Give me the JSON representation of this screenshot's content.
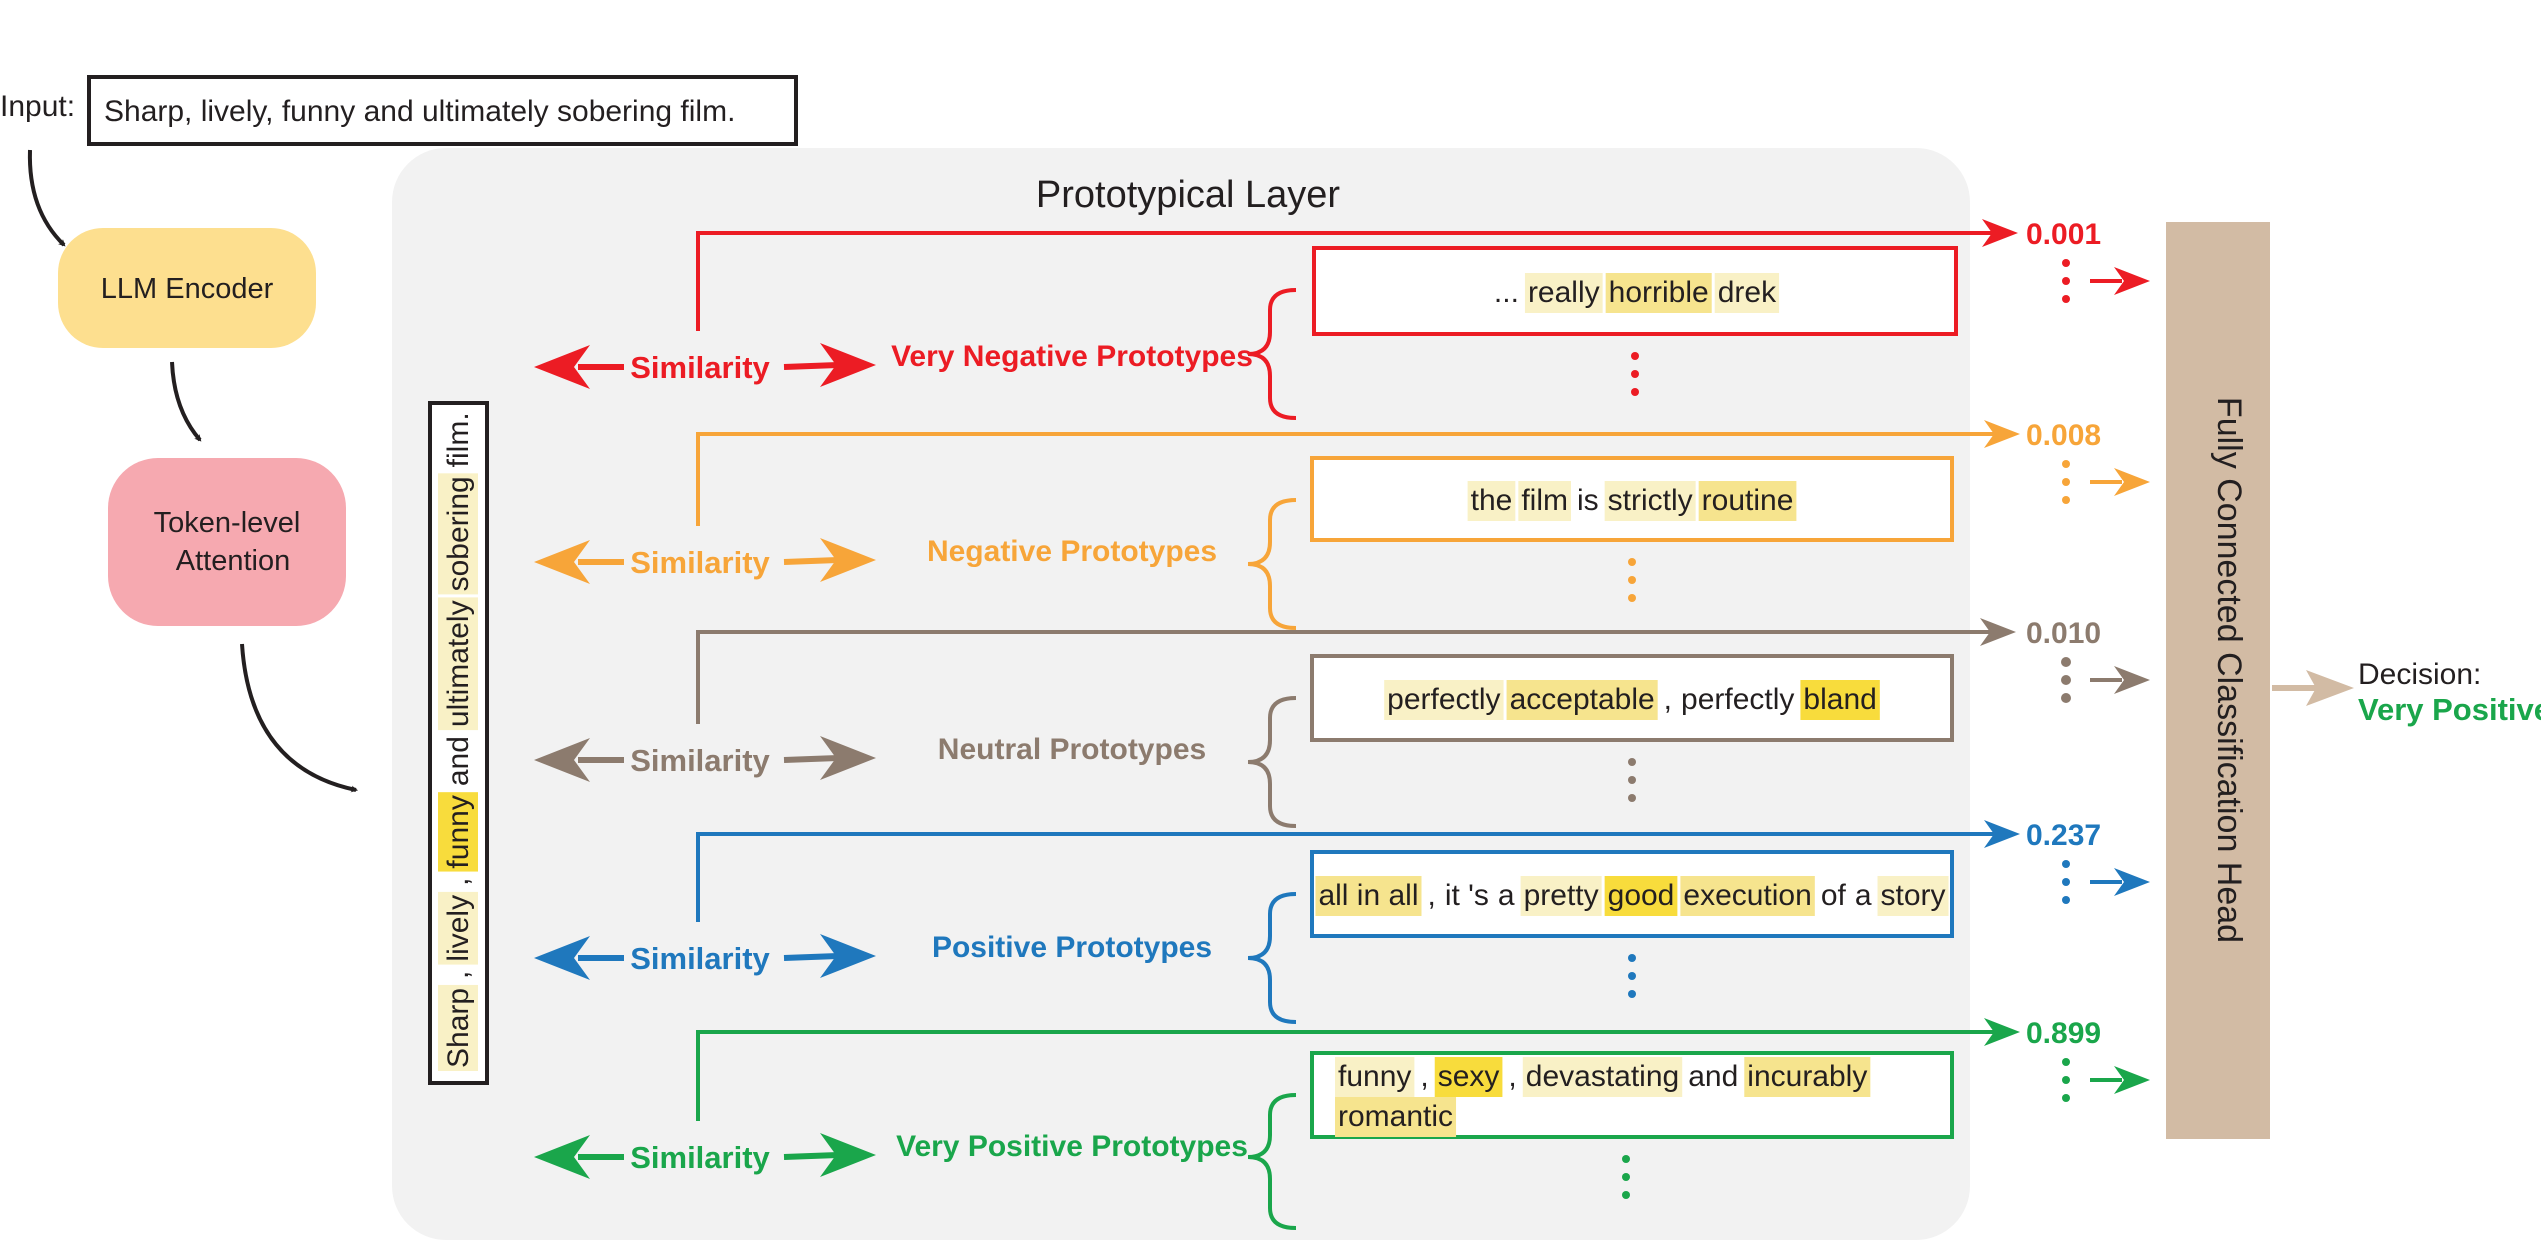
{
  "input": {
    "label": "Input:",
    "text": "Sharp, lively, funny and ultimately sobering film."
  },
  "encoder": {
    "label": "LLM Encoder"
  },
  "attention": {
    "line1": "Token-level",
    "line2": "Attention"
  },
  "vertical_tokens": [
    {
      "text": "Sharp",
      "hl": 1
    },
    {
      "text": ",",
      "hl": 0
    },
    {
      "text": "lively",
      "hl": 1
    },
    {
      "text": ",",
      "hl": 0
    },
    {
      "text": "funny",
      "hl": 3
    },
    {
      "text": "and",
      "hl": 0
    },
    {
      "text": "ultimately",
      "hl": 1
    },
    {
      "text": "sobering",
      "hl": 1
    },
    {
      "text": "film.",
      "hl": 0
    }
  ],
  "layer": {
    "title": "Prototypical Layer"
  },
  "similarity_label": "Similarity",
  "rows": [
    {
      "id": "very-negative",
      "name": "Very Negative Prototypes",
      "color": "#ec1c24",
      "score": "0.001",
      "lines": [
        [
          {
            "text": "...",
            "hl": 0
          },
          {
            "text": "really",
            "hl": 1
          },
          {
            "text": "horrible",
            "hl": 2
          },
          {
            "text": "drek",
            "hl": 1
          }
        ]
      ]
    },
    {
      "id": "negative",
      "name": "Negative Prototypes",
      "color": "#f7a539",
      "score": "0.008",
      "lines": [
        [
          {
            "text": "the",
            "hl": 1
          },
          {
            "text": "film",
            "hl": 1
          },
          {
            "text": "is",
            "hl": 0
          },
          {
            "text": "strictly",
            "hl": 1
          },
          {
            "text": "routine",
            "hl": 2
          }
        ]
      ]
    },
    {
      "id": "neutral",
      "name": "Neutral Prototypes",
      "color": "#8c7b6e",
      "score": "0.010",
      "lines": [
        [
          {
            "text": "perfectly",
            "hl": 1
          },
          {
            "text": "acceptable",
            "hl": 2
          },
          {
            "text": ",",
            "hl": 0
          },
          {
            "text": "perfectly",
            "hl": 0
          },
          {
            "text": "bland",
            "hl": 3
          }
        ]
      ]
    },
    {
      "id": "positive",
      "name": "Positive Prototypes",
      "color": "#1f78bd",
      "score": "0.237",
      "lines": [
        [
          {
            "text": "all in all",
            "hl": 2
          },
          {
            "text": ",",
            "hl": 0
          },
          {
            "text": "it 's",
            "hl": 0
          },
          {
            "text": "a",
            "hl": 0
          },
          {
            "text": "pretty",
            "hl": 1
          },
          {
            "text": "good",
            "hl": 3
          },
          {
            "text": "execution",
            "hl": 2
          },
          {
            "text": "of",
            "hl": 0
          },
          {
            "text": "a",
            "hl": 0
          },
          {
            "text": "story",
            "hl": 1
          }
        ]
      ]
    },
    {
      "id": "very-positive",
      "name": "Very Positive Prototypes",
      "color": "#1aa64b",
      "score": "0.899",
      "lines": [
        [
          {
            "text": "funny",
            "hl": 1
          },
          {
            "text": ",",
            "hl": 0
          },
          {
            "text": "sexy",
            "hl": 3
          },
          {
            "text": ",",
            "hl": 0
          },
          {
            "text": "devastating",
            "hl": 1
          },
          {
            "text": "and",
            "hl": 0
          },
          {
            "text": "incurably",
            "hl": 2
          }
        ],
        [
          {
            "text": "romantic",
            "hl": 2
          }
        ]
      ]
    }
  ],
  "classifier": {
    "label": "Fully Connected Classification Head",
    "color": "#d2bba4"
  },
  "decision": {
    "label": "Decision:",
    "value": "Very Positive",
    "color": "#1aa64b"
  },
  "highlight_colors": [
    "#ffffff",
    "#f9f1c6",
    "#f6e48e",
    "#f8dc3c"
  ],
  "panel_color": "#f2f2f2",
  "encoder_color": "#fddf8f",
  "attention_color": "#f6a9b0",
  "arrow_color": "#231f20"
}
